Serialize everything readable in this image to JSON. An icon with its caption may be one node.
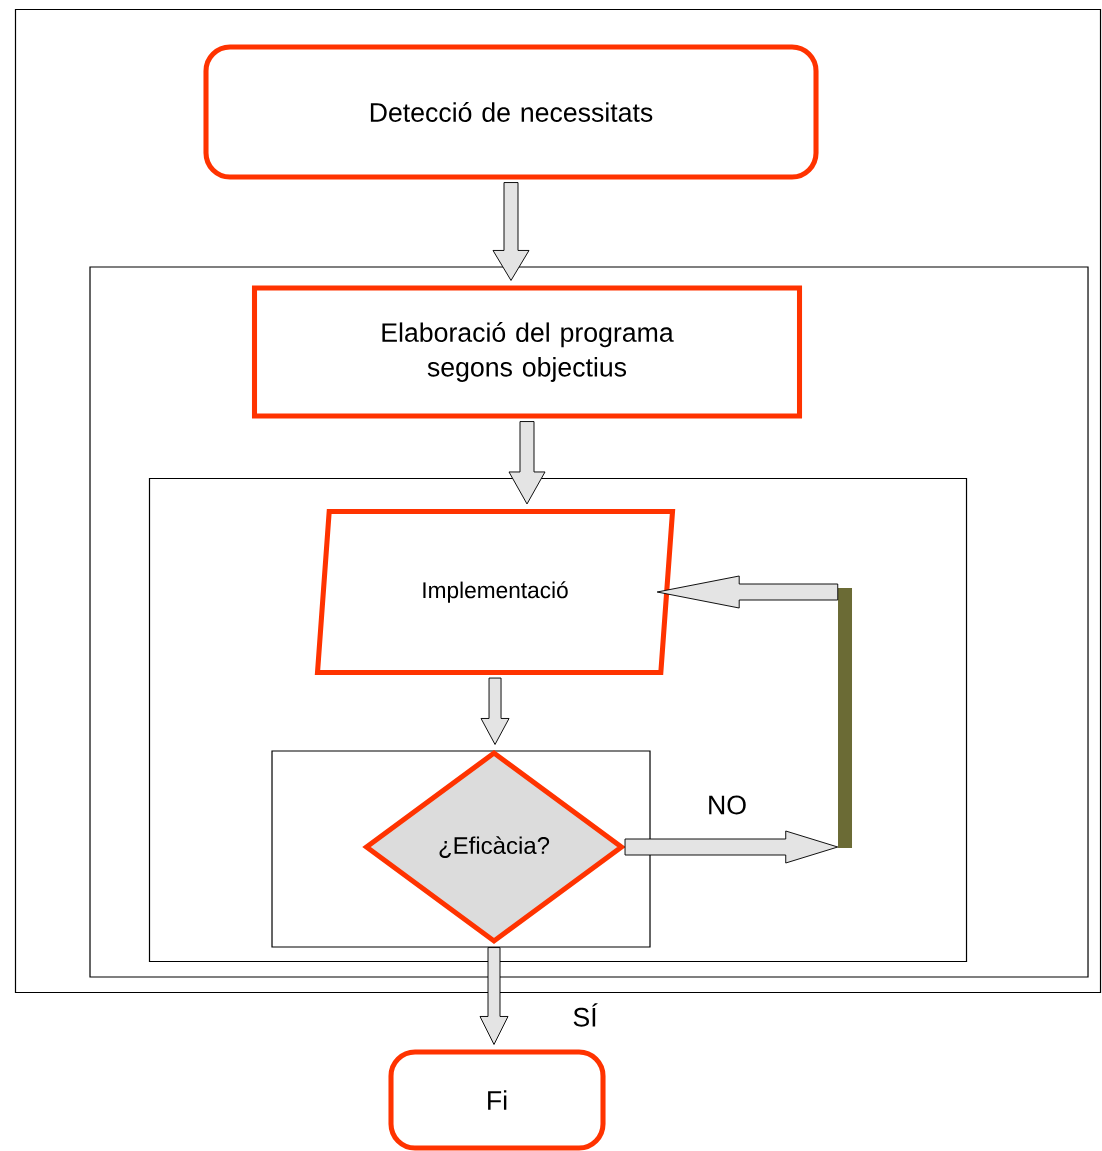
{
  "diagram": {
    "nodes": [
      {
        "text": [],
        "shape": "box"
      },
      {
        "text": [
          "Detecció de necessitats"
        ],
        "in": 0
      },
      {
        "text": [],
        "shape": "box",
        "in": 0
      },
      {
        "text": [
          "Elaboració del programa segons objectius"
        ],
        "in": 2
      },
      {
        "text": [],
        "shape": "box",
        "in": 2
      },
      {
        "text": [
          "Implementació"
        ],
        "in": 4
      },
      {
        "text": [],
        "shape": "box",
        "in": 4
      },
      {
        "text": [
          "¿Eficàcia?"
        ],
        "in": 6
      },
      {
        "text": [],
        "shape": "bar",
        "in": 4
      },
      {
        "text": [
          "Fi"
        ]
      }
    ],
    "edges": [
      {
        "from": 1,
        "to": 3,
        "arrow": "to"
      },
      {
        "from": 3,
        "to": 5,
        "arrow": "to"
      },
      {
        "from": 5,
        "to": 7,
        "arrow": "to"
      },
      {
        "from": 7,
        "to": 8,
        "arrow": "to",
        "label": "NO"
      },
      {
        "from": 8,
        "to": 5,
        "arrow": "to"
      },
      {
        "from": 7,
        "to": 9,
        "arrow": "to",
        "label": "SÍ"
      }
    ]
  }
}
